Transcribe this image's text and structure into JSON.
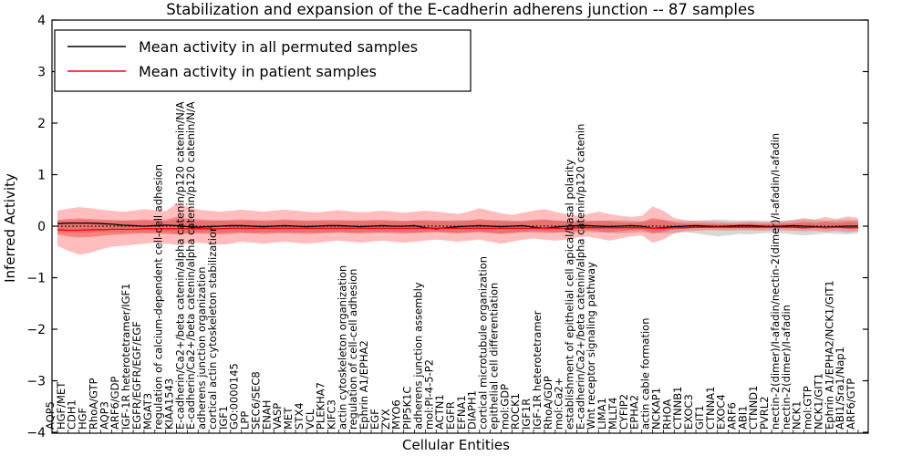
{
  "figure": {
    "title": "Stabilization and expansion of the E-cadherin adherens junction -- 87 samples",
    "xlabel": "Cellular Entities",
    "ylabel": "Inferred Activity",
    "legend": {
      "items": [
        {
          "label": "Mean activity in all permuted samples",
          "color": "#000000"
        },
        {
          "label": "Mean activity in patient samples",
          "color": "#ff0000"
        }
      ]
    }
  },
  "chart_data": {
    "type": "line",
    "title": "Stabilization and expansion of the E-cadherin adherens junction -- 87 samples",
    "xlabel": "Cellular Entities",
    "ylabel": "Inferred Activity",
    "ylim": [
      -4,
      4
    ],
    "yticks": [
      4,
      3,
      2,
      1,
      0,
      -1,
      -2,
      -3,
      -4
    ],
    "grid": false,
    "legend_position": "upper left",
    "categories": [
      "AQP5",
      "HGF/MET",
      "CDH1",
      "HGF",
      "RhoA/GTP",
      "AQP3",
      "ARF6/GDP",
      "IGF-1R heterotetramer/IGF1",
      "EGFR/EGFR/EGF/EGF",
      "MGAT3",
      "regulation of calcium-dependent cell-cell adhesion",
      "KIAA1543",
      "E-cadherin/Ca2+/beta catenin/alpha catenin/p120 catenin/N/A",
      "E-cadherin/Ca2+/beta catenin/alpha catenin/p120 catenin/N/A",
      "adherens junction organization",
      "cortical actin cytoskeleton stabilization",
      "IGF1",
      "GO:0000145",
      "LPP",
      "SEC6/SEC8",
      "ENAH",
      "VASP",
      "MET",
      "STX4",
      "VCL",
      "PLEKHA7",
      "KIFC3",
      "actin cytoskeleton organization",
      "regulation of cell-cell adhesion",
      "Ephrin A1/EPHA2",
      "EGF",
      "ZYX",
      "MYO6",
      "PIP5K1C",
      "adherens junction assembly",
      "mol:PI-4-5-P2",
      "ACTN1",
      "EGFR",
      "EFNA1",
      "DIAPH1",
      "cortical microtubule organization",
      "epithelial cell differentiation",
      "mol:GDP",
      "ROCK1",
      "IGF1R",
      "IGF-1R heterotetramer",
      "RhoA/GDP",
      "mol:Ca2+",
      "establishment of epithelial cell apical/basal polarity",
      "E-cadherin/Ca2+/beta catenin/alpha catenin/p120 catenin",
      "Wnt receptor signaling pathway",
      "LIMA1",
      "MLLT4",
      "CYFIP2",
      "EPHA2",
      "actin cable formation",
      "NCKAP1",
      "RHOA",
      "CTNNB1",
      "EXOC3",
      "GIT1",
      "CTNNA1",
      "EXOC4",
      "ARF6",
      "ABI1",
      "CTNND1",
      "PVRL2",
      "nectin-2(dimer)/I-afadin/nectin-2(dimer)/I-afadin/I-afadin",
      "nectin-2(dimer)/I-afadin",
      "NCK1",
      "mol:GTP",
      "NCK1/GIT1",
      "Ephrin A1/EPHA2/NCK1/GIT1",
      "ABI1/Sra1/Nap1",
      "ARF6/GTP"
    ],
    "series": [
      {
        "name": "Mean activity in all permuted samples",
        "color": "#000000",
        "line_style": "solid",
        "values": [
          0.05,
          0.06,
          0.06,
          0.06,
          0.05,
          0.04,
          0.02,
          0.01,
          0.0,
          0.01,
          0.02,
          0.01,
          -0.01,
          -0.02,
          -0.01,
          0.0,
          0.01,
          0.01,
          0.0,
          -0.01,
          0.0,
          0.01,
          0.0,
          -0.01,
          0.0,
          0.01,
          0.01,
          0.0,
          -0.01,
          0.0,
          0.01,
          0.0,
          0.0,
          0.01,
          -0.03,
          -0.05,
          -0.03,
          -0.01,
          0.0,
          0.01,
          0.0,
          -0.01,
          0.0,
          0.01,
          -0.02,
          -0.04,
          -0.02,
          0.0,
          0.01,
          0.01,
          0.0,
          -0.01,
          0.0,
          0.01,
          0.0,
          -0.04,
          -0.03,
          -0.01,
          0.0,
          0.01,
          0.0,
          -0.01,
          0.0,
          0.01,
          0.01,
          0.0,
          -0.01,
          0.0,
          0.01,
          0.0,
          -0.01,
          -0.02,
          -0.01,
          0.0,
          0.0
        ]
      },
      {
        "name": "Mean activity in patient samples",
        "color": "#ff0000",
        "line_style": "solid",
        "values": [
          -0.07,
          -0.08,
          -0.08,
          -0.07,
          -0.07,
          -0.06,
          -0.06,
          -0.06,
          -0.05,
          -0.05,
          -0.05,
          -0.05,
          -0.05,
          -0.05,
          -0.05,
          -0.05,
          -0.04,
          -0.04,
          -0.04,
          -0.04,
          -0.04,
          -0.04,
          -0.04,
          -0.04,
          -0.04,
          -0.04,
          -0.04,
          -0.04,
          -0.04,
          -0.04,
          -0.04,
          -0.04,
          -0.04,
          -0.04,
          -0.04,
          -0.04,
          -0.04,
          -0.04,
          -0.04,
          -0.04,
          -0.04,
          -0.04,
          -0.04,
          -0.04,
          -0.04,
          -0.04,
          -0.04,
          -0.04,
          -0.03,
          -0.03,
          -0.03,
          -0.03,
          -0.03,
          -0.03,
          -0.03,
          -0.04,
          -0.04,
          -0.03,
          -0.03,
          -0.02,
          -0.02,
          -0.02,
          -0.02,
          -0.02,
          -0.02,
          -0.02,
          -0.02,
          -0.02,
          -0.02,
          -0.03,
          -0.02,
          -0.03,
          -0.02,
          -0.03,
          -0.03
        ]
      }
    ],
    "reference_line": {
      "value": 0,
      "color": "#000000",
      "line_style": "dotted"
    },
    "bands": [
      {
        "name": "permuted samples range",
        "color": "#999999",
        "opacity": 0.38,
        "upper": [
          0.1,
          0.11,
          0.12,
          0.11,
          0.1,
          0.1,
          0.11,
          0.1,
          0.1,
          0.11,
          0.1,
          0.12,
          0.11,
          0.1,
          0.1,
          0.11,
          0.1,
          0.1,
          0.11,
          0.1,
          0.1,
          0.11,
          0.1,
          0.1,
          0.11,
          0.1,
          0.1,
          0.11,
          0.1,
          0.1,
          0.11,
          0.1,
          0.1,
          0.11,
          0.1,
          0.1,
          0.11,
          0.12,
          0.11,
          0.1,
          0.11,
          0.12,
          0.11,
          0.1,
          0.11,
          0.12,
          0.11,
          0.1,
          0.11,
          0.1,
          0.1,
          0.11,
          0.12,
          0.11,
          0.1,
          0.11,
          0.12,
          0.11,
          0.1,
          0.11,
          0.12,
          0.13,
          0.12,
          0.11,
          0.12,
          0.11,
          0.1,
          0.11,
          0.12,
          0.13,
          0.12,
          0.11,
          0.12,
          0.13,
          0.12
        ],
        "lower": [
          -0.12,
          -0.13,
          -0.14,
          -0.13,
          -0.12,
          -0.12,
          -0.13,
          -0.12,
          -0.12,
          -0.13,
          -0.12,
          -0.14,
          -0.13,
          -0.12,
          -0.12,
          -0.13,
          -0.12,
          -0.12,
          -0.13,
          -0.12,
          -0.12,
          -0.13,
          -0.12,
          -0.12,
          -0.13,
          -0.12,
          -0.12,
          -0.13,
          -0.12,
          -0.12,
          -0.13,
          -0.12,
          -0.12,
          -0.13,
          -0.12,
          -0.12,
          -0.13,
          -0.14,
          -0.13,
          -0.12,
          -0.13,
          -0.14,
          -0.13,
          -0.12,
          -0.13,
          -0.14,
          -0.13,
          -0.12,
          -0.13,
          -0.12,
          -0.12,
          -0.13,
          -0.14,
          -0.13,
          -0.12,
          -0.13,
          -0.14,
          -0.13,
          -0.12,
          -0.14,
          -0.17,
          -0.2,
          -0.18,
          -0.15,
          -0.16,
          -0.14,
          -0.13,
          -0.14,
          -0.16,
          -0.18,
          -0.16,
          -0.14,
          -0.15,
          -0.16,
          -0.14
        ]
      },
      {
        "name": "patient samples outer band",
        "color": "#ff0000",
        "opacity": 0.26,
        "upper": [
          0.3,
          0.34,
          0.37,
          0.35,
          0.32,
          0.3,
          0.28,
          0.3,
          0.33,
          0.31,
          0.29,
          0.44,
          0.38,
          0.32,
          0.3,
          0.28,
          0.3,
          0.32,
          0.3,
          0.28,
          0.3,
          0.32,
          0.3,
          0.28,
          0.27,
          0.29,
          0.31,
          0.29,
          0.27,
          0.28,
          0.3,
          0.28,
          0.26,
          0.28,
          0.3,
          0.28,
          0.26,
          0.24,
          0.28,
          0.35,
          0.3,
          0.25,
          0.22,
          0.26,
          0.3,
          0.33,
          0.28,
          0.24,
          0.2,
          0.24,
          0.28,
          0.24,
          0.2,
          0.18,
          0.2,
          0.38,
          0.3,
          0.16,
          0.12,
          0.1,
          0.1,
          0.09,
          0.08,
          0.08,
          0.09,
          0.08,
          0.08,
          0.09,
          0.12,
          0.16,
          0.13,
          0.18,
          0.14,
          0.19,
          0.16
        ],
        "lower": [
          -0.38,
          -0.48,
          -0.55,
          -0.52,
          -0.45,
          -0.4,
          -0.38,
          -0.36,
          -0.34,
          -0.32,
          -0.34,
          -0.36,
          -0.34,
          -0.32,
          -0.34,
          -0.36,
          -0.34,
          -0.3,
          -0.32,
          -0.34,
          -0.32,
          -0.3,
          -0.32,
          -0.34,
          -0.32,
          -0.3,
          -0.28,
          -0.3,
          -0.32,
          -0.3,
          -0.28,
          -0.3,
          -0.32,
          -0.3,
          -0.28,
          -0.26,
          -0.28,
          -0.3,
          -0.28,
          -0.26,
          -0.3,
          -0.34,
          -0.3,
          -0.26,
          -0.24,
          -0.26,
          -0.28,
          -0.26,
          -0.22,
          -0.2,
          -0.24,
          -0.28,
          -0.24,
          -0.2,
          -0.18,
          -0.32,
          -0.26,
          -0.14,
          -0.1,
          -0.09,
          -0.08,
          -0.08,
          -0.09,
          -0.08,
          -0.08,
          -0.09,
          -0.08,
          -0.08,
          -0.09,
          -0.1,
          -0.09,
          -0.11,
          -0.09,
          -0.12,
          -0.1
        ]
      },
      {
        "name": "patient samples inner band",
        "color": "#ee3333",
        "opacity": 0.42,
        "upper": [
          0.12,
          0.14,
          0.15,
          0.14,
          0.13,
          0.12,
          0.11,
          0.12,
          0.13,
          0.12,
          0.12,
          0.18,
          0.15,
          0.13,
          0.12,
          0.11,
          0.12,
          0.13,
          0.12,
          0.11,
          0.12,
          0.13,
          0.12,
          0.11,
          0.11,
          0.12,
          0.12,
          0.11,
          0.11,
          0.12,
          0.12,
          0.11,
          0.1,
          0.11,
          0.12,
          0.11,
          0.1,
          0.1,
          0.11,
          0.14,
          0.12,
          0.1,
          0.09,
          0.1,
          0.12,
          0.13,
          0.11,
          0.1,
          0.08,
          0.1,
          0.11,
          0.1,
          0.08,
          0.07,
          0.08,
          0.16,
          0.12,
          0.07,
          0.05,
          0.05,
          0.05,
          0.04,
          0.04,
          0.04,
          0.05,
          0.04,
          0.04,
          0.05,
          0.06,
          0.08,
          0.06,
          0.09,
          0.07,
          0.09,
          0.08
        ],
        "lower": [
          -0.16,
          -0.2,
          -0.22,
          -0.21,
          -0.19,
          -0.17,
          -0.16,
          -0.15,
          -0.14,
          -0.14,
          -0.15,
          -0.16,
          -0.15,
          -0.14,
          -0.15,
          -0.16,
          -0.15,
          -0.13,
          -0.14,
          -0.15,
          -0.14,
          -0.13,
          -0.14,
          -0.15,
          -0.14,
          -0.13,
          -0.12,
          -0.13,
          -0.14,
          -0.13,
          -0.12,
          -0.13,
          -0.14,
          -0.13,
          -0.12,
          -0.11,
          -0.12,
          -0.13,
          -0.12,
          -0.11,
          -0.13,
          -0.15,
          -0.13,
          -0.11,
          -0.1,
          -0.11,
          -0.12,
          -0.11,
          -0.09,
          -0.08,
          -0.1,
          -0.12,
          -0.1,
          -0.08,
          -0.07,
          -0.14,
          -0.11,
          -0.06,
          -0.05,
          -0.04,
          -0.04,
          -0.04,
          -0.04,
          -0.04,
          -0.04,
          -0.04,
          -0.04,
          -0.04,
          -0.04,
          -0.05,
          -0.04,
          -0.05,
          -0.04,
          -0.05,
          -0.04
        ]
      }
    ]
  }
}
